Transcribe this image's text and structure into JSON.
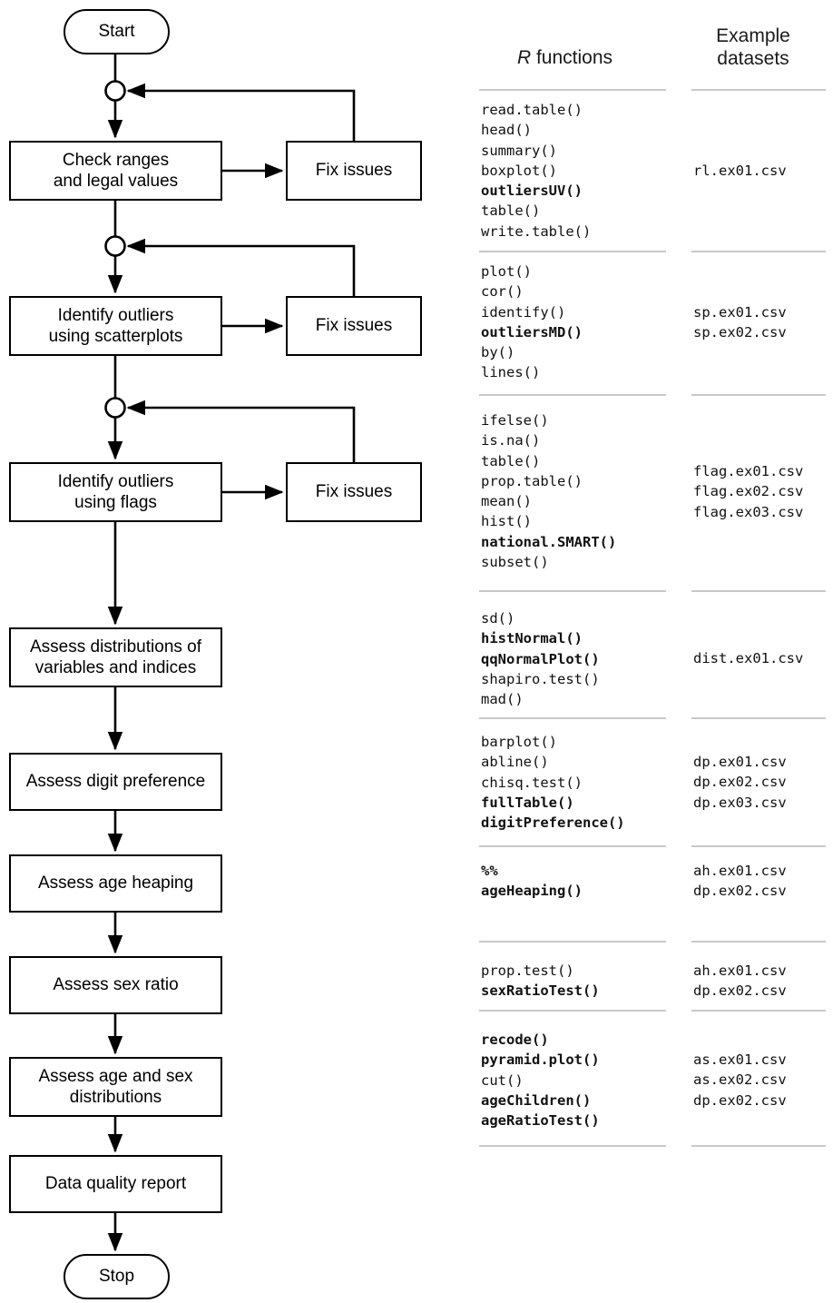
{
  "flowchart": {
    "nodes": [
      {
        "id": "start",
        "label": "Start",
        "shape": "terminal"
      },
      {
        "id": "ranges",
        "label": "Check ranges\nand legal values",
        "shape": "process"
      },
      {
        "id": "fix1",
        "label": "Fix issues",
        "shape": "process"
      },
      {
        "id": "scatter",
        "label": "Identify outliers\nusing scatterplots",
        "shape": "process"
      },
      {
        "id": "fix2",
        "label": "Fix issues",
        "shape": "process"
      },
      {
        "id": "flags",
        "label": "Identify outliers\nusing flags",
        "shape": "process"
      },
      {
        "id": "fix3",
        "label": "Fix issues",
        "shape": "process"
      },
      {
        "id": "dist",
        "label": "Assess distributions of\nvariables and indices",
        "shape": "process"
      },
      {
        "id": "digit",
        "label": "Assess digit preference",
        "shape": "process"
      },
      {
        "id": "heaping",
        "label": "Assess age heaping",
        "shape": "process"
      },
      {
        "id": "sexratio",
        "label": "Assess sex ratio",
        "shape": "process"
      },
      {
        "id": "agesex",
        "label": "Assess age and sex\ndistributions",
        "shape": "process"
      },
      {
        "id": "report",
        "label": "Data quality report",
        "shape": "process"
      },
      {
        "id": "stop",
        "label": "Stop",
        "shape": "terminal"
      }
    ],
    "junction_count": 3,
    "colors": {
      "stroke": "#000000",
      "fill": "#ffffff"
    }
  },
  "reference": {
    "headers": {
      "functions_italic": "R",
      "functions_rest": " functions",
      "datasets_line1": "Example",
      "datasets_line2": "datasets"
    },
    "blocks": [
      {
        "functions": [
          {
            "text": "read.table()",
            "bold": false
          },
          {
            "text": "head()",
            "bold": false
          },
          {
            "text": "summary()",
            "bold": false
          },
          {
            "text": "boxplot()",
            "bold": false
          },
          {
            "text": "outliersUV()",
            "bold": true
          },
          {
            "text": "table()",
            "bold": false
          },
          {
            "text": "write.table()",
            "bold": false
          }
        ],
        "datasets": [
          "rl.ex01.csv"
        ]
      },
      {
        "functions": [
          {
            "text": "plot()",
            "bold": false
          },
          {
            "text": "cor()",
            "bold": false
          },
          {
            "text": "identify()",
            "bold": false
          },
          {
            "text": "outliersMD()",
            "bold": true
          },
          {
            "text": "by()",
            "bold": false
          },
          {
            "text": "lines()",
            "bold": false
          }
        ],
        "datasets": [
          "sp.ex01.csv",
          "sp.ex02.csv"
        ]
      },
      {
        "functions": [
          {
            "text": "ifelse()",
            "bold": false
          },
          {
            "text": "is.na()",
            "bold": false
          },
          {
            "text": "table()",
            "bold": false
          },
          {
            "text": "prop.table()",
            "bold": false
          },
          {
            "text": "mean()",
            "bold": false
          },
          {
            "text": "hist()",
            "bold": false
          },
          {
            "text": "national.SMART()",
            "bold": true
          },
          {
            "text": "subset()",
            "bold": false
          }
        ],
        "datasets": [
          "flag.ex01.csv",
          "flag.ex02.csv",
          "flag.ex03.csv"
        ]
      },
      {
        "functions": [
          {
            "text": "sd()",
            "bold": false
          },
          {
            "text": "histNormal()",
            "bold": true
          },
          {
            "text": "qqNormalPlot()",
            "bold": true
          },
          {
            "text": "shapiro.test()",
            "bold": false
          },
          {
            "text": "mad()",
            "bold": false
          }
        ],
        "datasets": [
          "dist.ex01.csv"
        ]
      },
      {
        "functions": [
          {
            "text": "barplot()",
            "bold": false
          },
          {
            "text": "abline()",
            "bold": false
          },
          {
            "text": "chisq.test()",
            "bold": false
          },
          {
            "text": "fullTable()",
            "bold": true
          },
          {
            "text": "digitPreference()",
            "bold": true
          }
        ],
        "datasets": [
          "dp.ex01.csv",
          "dp.ex02.csv",
          "dp.ex03.csv"
        ]
      },
      {
        "functions": [
          {
            "text": "%%",
            "bold": true
          },
          {
            "text": "ageHeaping()",
            "bold": true
          }
        ],
        "datasets": [
          "ah.ex01.csv",
          "dp.ex02.csv"
        ]
      },
      {
        "functions": [
          {
            "text": "prop.test()",
            "bold": false
          },
          {
            "text": "sexRatioTest()",
            "bold": true
          }
        ],
        "datasets": [
          "ah.ex01.csv",
          "dp.ex02.csv"
        ]
      },
      {
        "functions": [
          {
            "text": "recode()",
            "bold": true
          },
          {
            "text": "pyramid.plot()",
            "bold": true
          },
          {
            "text": "cut()",
            "bold": false
          },
          {
            "text": "ageChildren()",
            "bold": true
          },
          {
            "text": "ageRatioTest()",
            "bold": true
          }
        ],
        "datasets": [
          "as.ex01.csv",
          "as.ex02.csv",
          "dp.ex02.csv"
        ]
      }
    ]
  }
}
